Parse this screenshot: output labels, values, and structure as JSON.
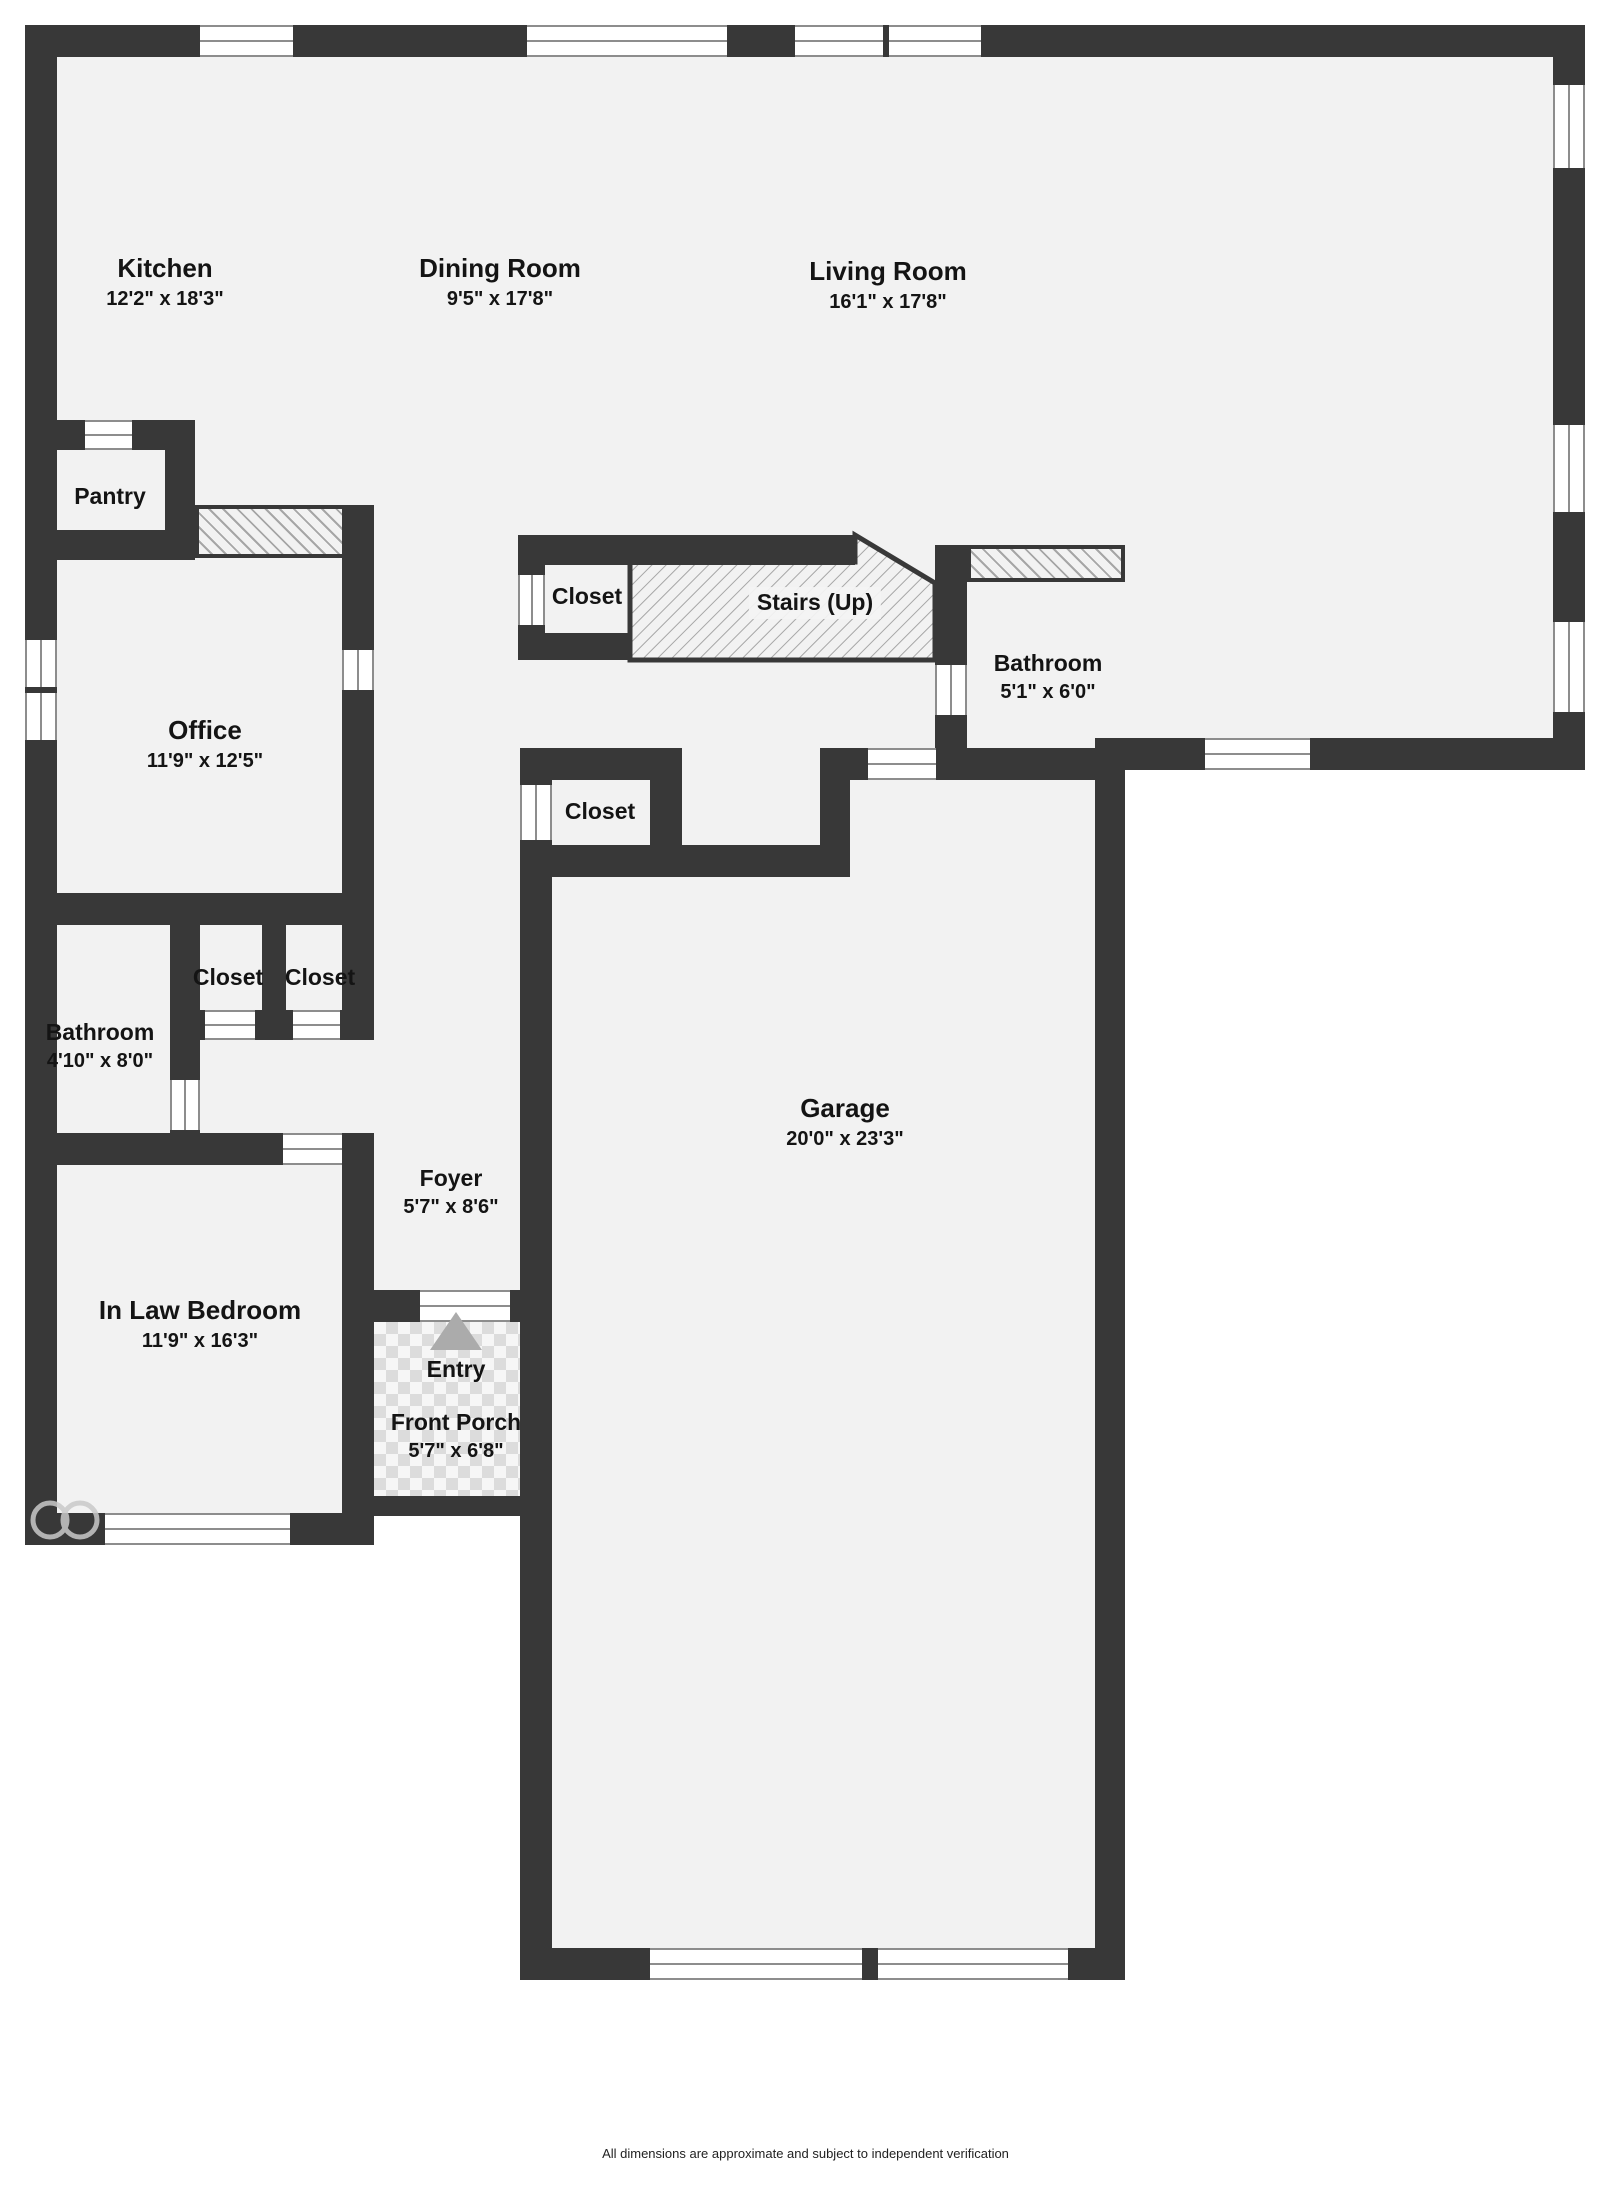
{
  "meta": {
    "footer": "All dimensions are approximate and subject to independent verification"
  },
  "colors": {
    "wall": "#383838",
    "floor": "#f2f2f2",
    "background": "#ffffff",
    "label_text": "#141414",
    "entry_marker": "#ababab"
  },
  "rooms": {
    "kitchen": {
      "name": "Kitchen",
      "dims": "12'2\" x 18'3\""
    },
    "dining": {
      "name": "Dining Room",
      "dims": "9'5\" x 17'8\""
    },
    "living": {
      "name": "Living Room",
      "dims": "16'1\" x 17'8\""
    },
    "pantry": {
      "name": "Pantry"
    },
    "closet_stairs": {
      "name": "Closet"
    },
    "stairs": {
      "name": "Stairs (Up)"
    },
    "bath_upper": {
      "name": "Bathroom",
      "dims": "5'1\" x 6'0\""
    },
    "office": {
      "name": "Office",
      "dims": "11'9\" x 12'5\""
    },
    "closet_hall": {
      "name": "Closet"
    },
    "closet_left": {
      "name": "Closet"
    },
    "closet_right": {
      "name": "Closet"
    },
    "bath_lower": {
      "name": "Bathroom",
      "dims": "4'10\" x 8'0\""
    },
    "garage": {
      "name": "Garage",
      "dims": "20'0\" x 23'3\""
    },
    "foyer": {
      "name": "Foyer",
      "dims": "5'7\" x 8'6\""
    },
    "inlaw": {
      "name": "In Law Bedroom",
      "dims": "11'9\" x 16'3\""
    },
    "entry": {
      "name": "Entry"
    },
    "porch": {
      "name": "Front Porch",
      "dims": "5'7\" x 6'8\""
    }
  }
}
